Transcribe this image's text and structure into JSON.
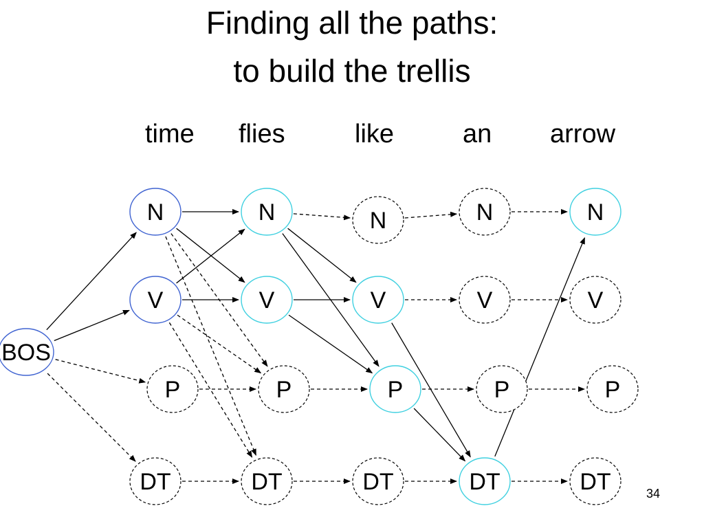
{
  "title": {
    "line1": "Finding all the paths:",
    "line2": "to build the trellis"
  },
  "words": [
    "time",
    "flies",
    "like",
    "an",
    "arrow"
  ],
  "bos_label": "BOS",
  "tags": [
    "N",
    "V",
    "P",
    "DT"
  ],
  "page_number": "34",
  "colors": {
    "dark_blue": "#3f63d1",
    "cyan": "#3fd0e0",
    "dashed": "#000000"
  },
  "node_styles": {
    "BOS": "dark_blue",
    "0-N": "dark_blue",
    "0-V": "dark_blue",
    "0-P": "dashed",
    "0-DT": "dashed",
    "1-N": "cyan",
    "1-V": "cyan",
    "1-P": "dashed",
    "1-DT": "dashed",
    "2-N": "dashed",
    "2-V": "cyan",
    "2-P": "cyan",
    "2-DT": "dashed",
    "3-N": "dashed",
    "3-V": "dashed",
    "3-P": "dashed",
    "3-DT": "cyan",
    "4-N": "cyan",
    "4-V": "dashed",
    "4-P": "dashed",
    "4-DT": "dashed"
  },
  "edges": [
    {
      "from": "BOS",
      "to": "0-N",
      "style": "solid"
    },
    {
      "from": "BOS",
      "to": "0-V",
      "style": "solid"
    },
    {
      "from": "BOS",
      "to": "0-P",
      "style": "dashed"
    },
    {
      "from": "BOS",
      "to": "0-DT",
      "style": "dashed"
    },
    {
      "from": "0-N",
      "to": "1-N",
      "style": "solid"
    },
    {
      "from": "0-N",
      "to": "1-V",
      "style": "solid"
    },
    {
      "from": "0-N",
      "to": "1-P",
      "style": "dashed"
    },
    {
      "from": "0-N",
      "to": "1-DT",
      "style": "dashed"
    },
    {
      "from": "0-V",
      "to": "1-N",
      "style": "solid"
    },
    {
      "from": "0-V",
      "to": "1-V",
      "style": "solid"
    },
    {
      "from": "0-V",
      "to": "1-P",
      "style": "dashed"
    },
    {
      "from": "0-V",
      "to": "1-DT",
      "style": "dashed"
    },
    {
      "from": "0-P",
      "to": "1-P",
      "style": "dashed"
    },
    {
      "from": "0-DT",
      "to": "1-DT",
      "style": "dashed"
    },
    {
      "from": "1-N",
      "to": "2-N",
      "style": "dashed"
    },
    {
      "from": "1-N",
      "to": "2-V",
      "style": "solid"
    },
    {
      "from": "1-N",
      "to": "2-P",
      "style": "solid"
    },
    {
      "from": "1-V",
      "to": "2-V",
      "style": "solid"
    },
    {
      "from": "1-V",
      "to": "2-P",
      "style": "solid"
    },
    {
      "from": "1-P",
      "to": "2-P",
      "style": "dashed"
    },
    {
      "from": "1-DT",
      "to": "2-DT",
      "style": "dashed"
    },
    {
      "from": "2-N",
      "to": "3-N",
      "style": "dashed"
    },
    {
      "from": "2-V",
      "to": "3-V",
      "style": "dashed"
    },
    {
      "from": "2-V",
      "to": "3-DT",
      "style": "solid"
    },
    {
      "from": "2-P",
      "to": "3-P",
      "style": "dashed"
    },
    {
      "from": "2-P",
      "to": "3-DT",
      "style": "solid"
    },
    {
      "from": "2-DT",
      "to": "3-DT",
      "style": "dashed"
    },
    {
      "from": "3-N",
      "to": "4-N",
      "style": "dashed"
    },
    {
      "from": "3-V",
      "to": "4-V",
      "style": "dashed"
    },
    {
      "from": "3-P",
      "to": "4-P",
      "style": "dashed"
    },
    {
      "from": "3-DT",
      "to": "4-DT",
      "style": "dashed"
    },
    {
      "from": "3-DT",
      "to": "4-N",
      "style": "solid"
    }
  ]
}
